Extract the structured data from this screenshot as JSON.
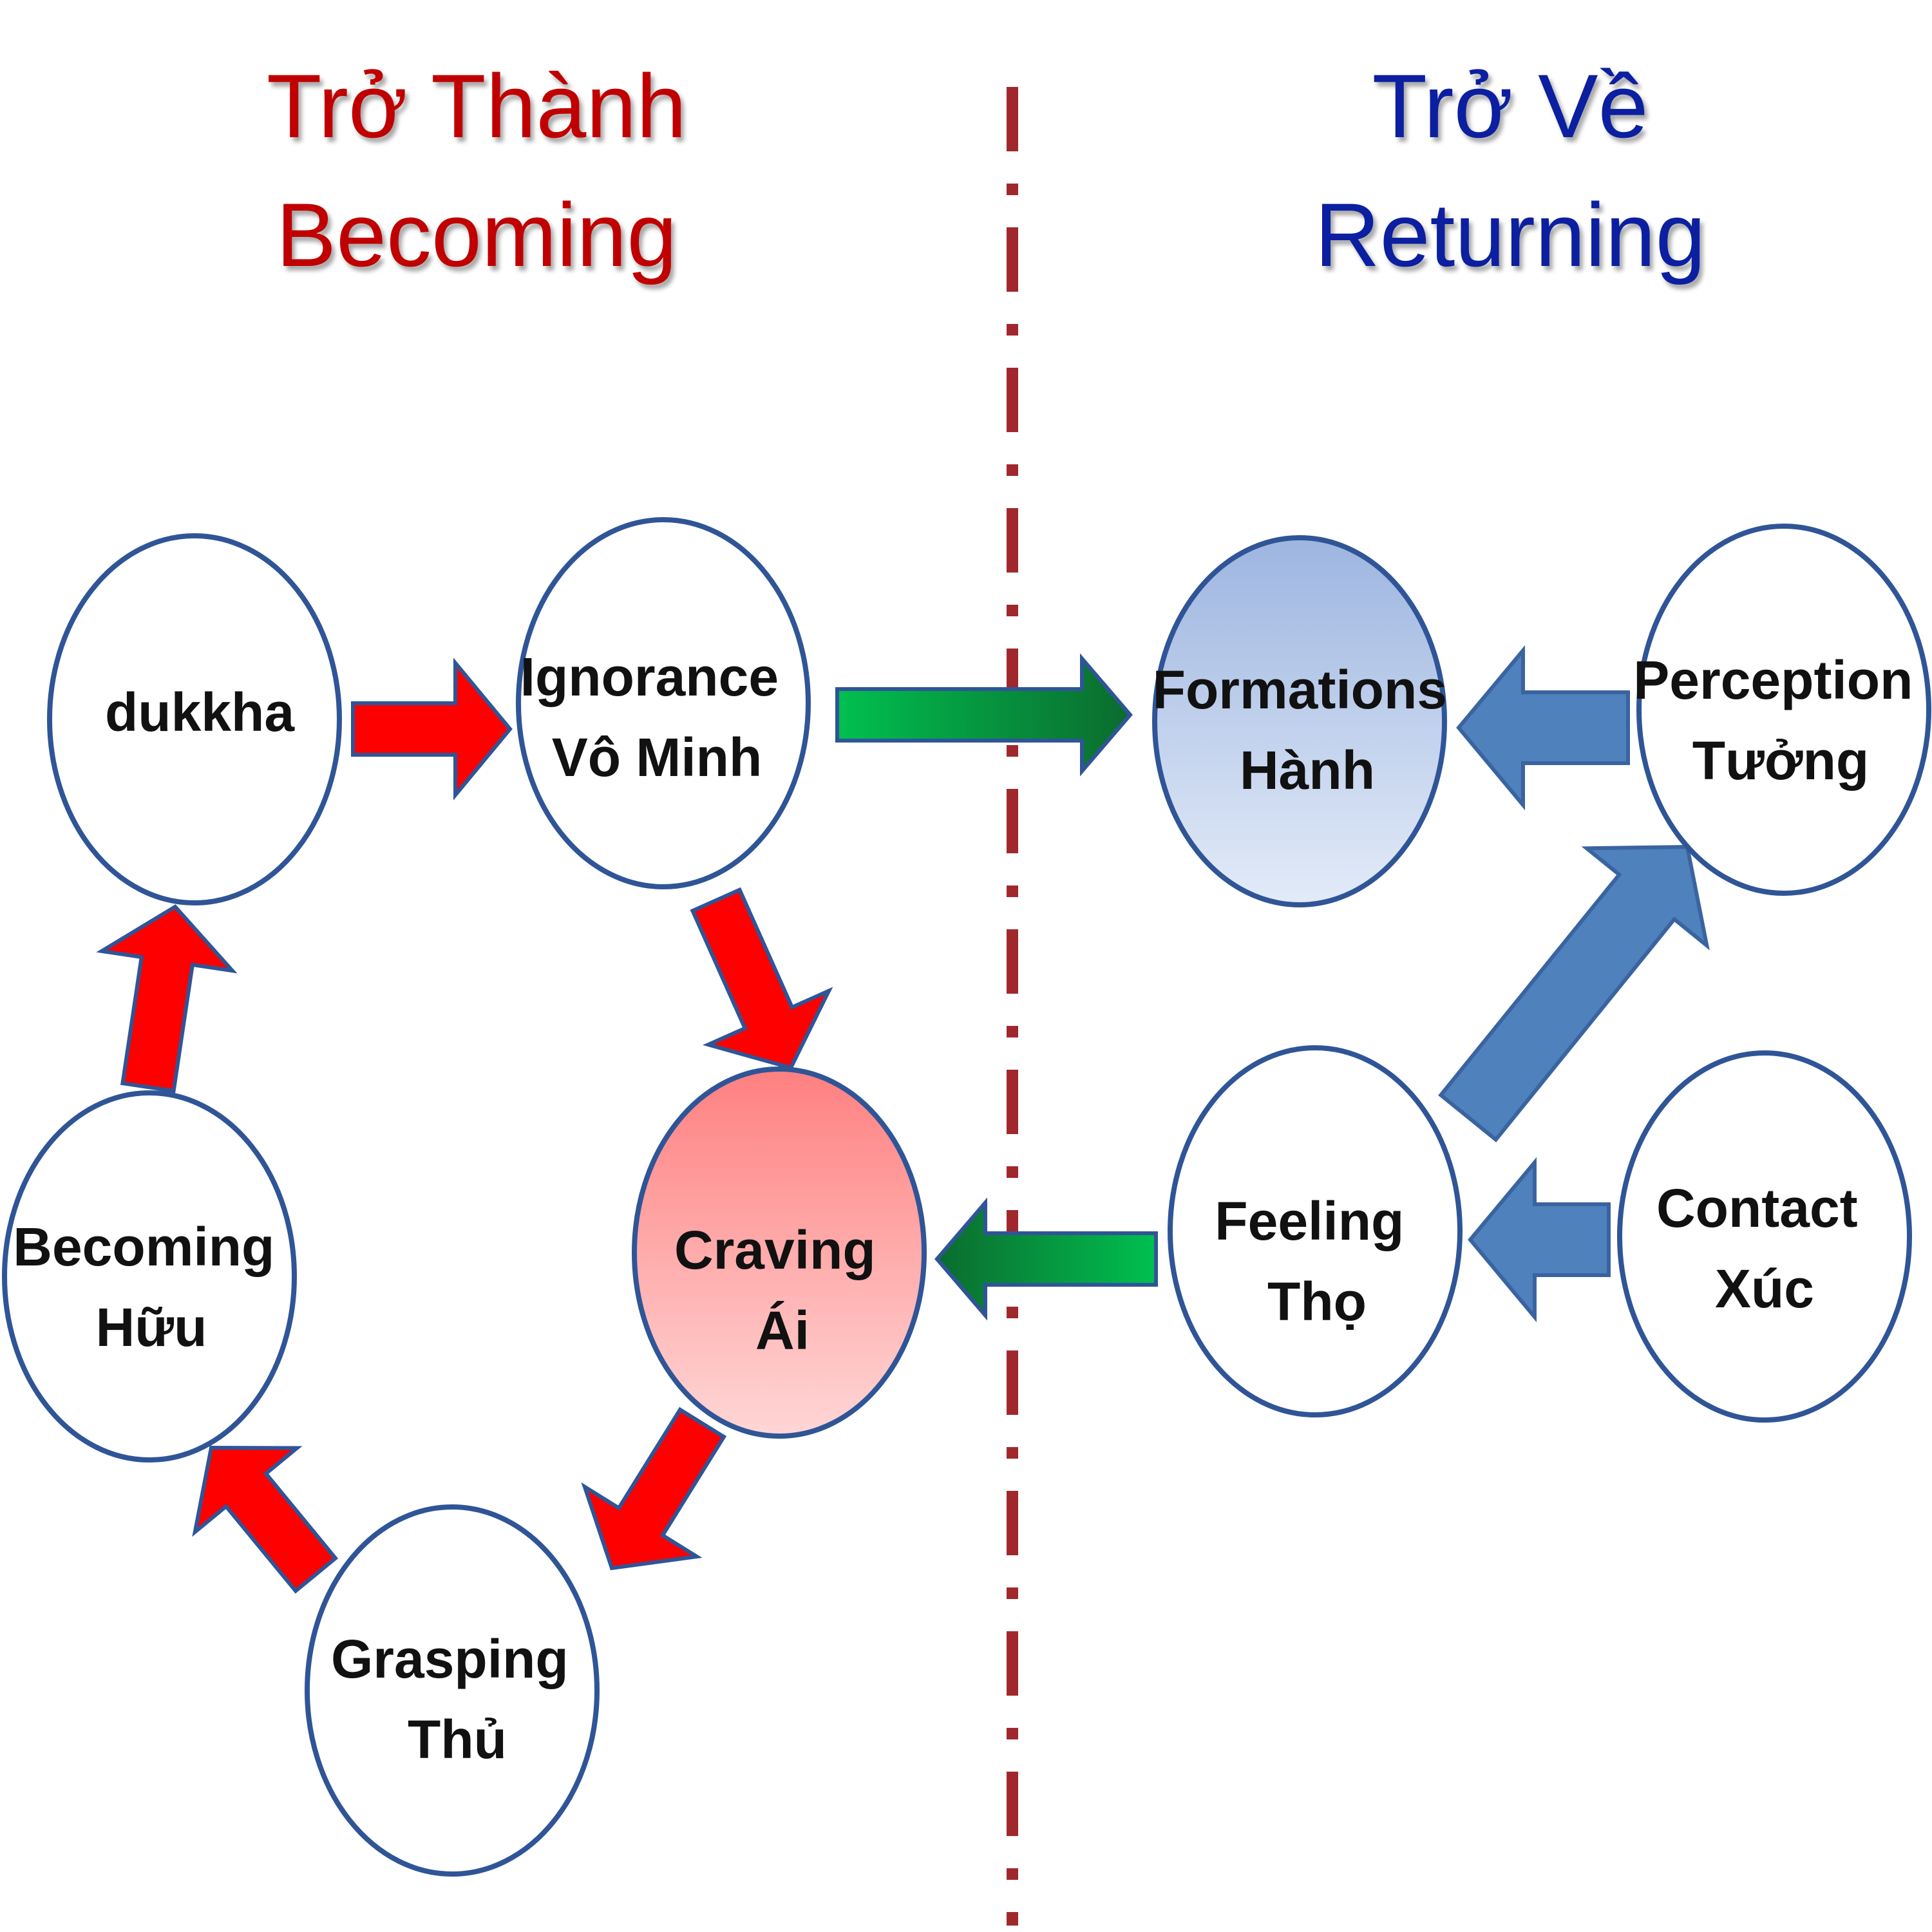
{
  "titles": {
    "left": {
      "line1": "Trở Thành",
      "line2": "Becoming",
      "color": "#c00000"
    },
    "right": {
      "line1": "Trở Về",
      "line2": "Returning",
      "color": "#0b1fa0"
    }
  },
  "colors": {
    "node_border": "#2f5597",
    "red_arrow": "#ff0000",
    "green_arrow": "#00b050",
    "blue_arrow": "#4f81bd",
    "divider": "#a0282d"
  },
  "nodes": {
    "dukkha": {
      "lines": [
        "dukkha"
      ]
    },
    "ignorance": {
      "lines": [
        "Ignorance",
        "Vô Minh"
      ]
    },
    "craving": {
      "lines": [
        "Craving",
        "Ái"
      ]
    },
    "grasping": {
      "lines": [
        "Grasping",
        "Thủ"
      ]
    },
    "becoming": {
      "lines": [
        "Becoming",
        "Hữu"
      ]
    },
    "formations": {
      "lines": [
        "Formations",
        "Hành"
      ]
    },
    "perception": {
      "lines": [
        "Perception",
        "Tưởng"
      ]
    },
    "feeling": {
      "lines": [
        "Feeling",
        "Thọ"
      ]
    },
    "contact": {
      "lines": [
        "Contact",
        "Xúc"
      ]
    }
  },
  "edges": [
    {
      "from": "dukkha",
      "to": "ignorance",
      "style": "red"
    },
    {
      "from": "ignorance",
      "to": "craving",
      "style": "red"
    },
    {
      "from": "craving",
      "to": "grasping",
      "style": "red"
    },
    {
      "from": "grasping",
      "to": "becoming",
      "style": "red"
    },
    {
      "from": "becoming",
      "to": "dukkha",
      "style": "red"
    },
    {
      "from": "ignorance",
      "to": "formations",
      "style": "green"
    },
    {
      "from": "feeling",
      "to": "craving",
      "style": "green"
    },
    {
      "from": "perception",
      "to": "formations",
      "style": "blue"
    },
    {
      "from": "feeling",
      "to": "perception",
      "style": "blue"
    },
    {
      "from": "contact",
      "to": "feeling",
      "style": "blue"
    }
  ]
}
